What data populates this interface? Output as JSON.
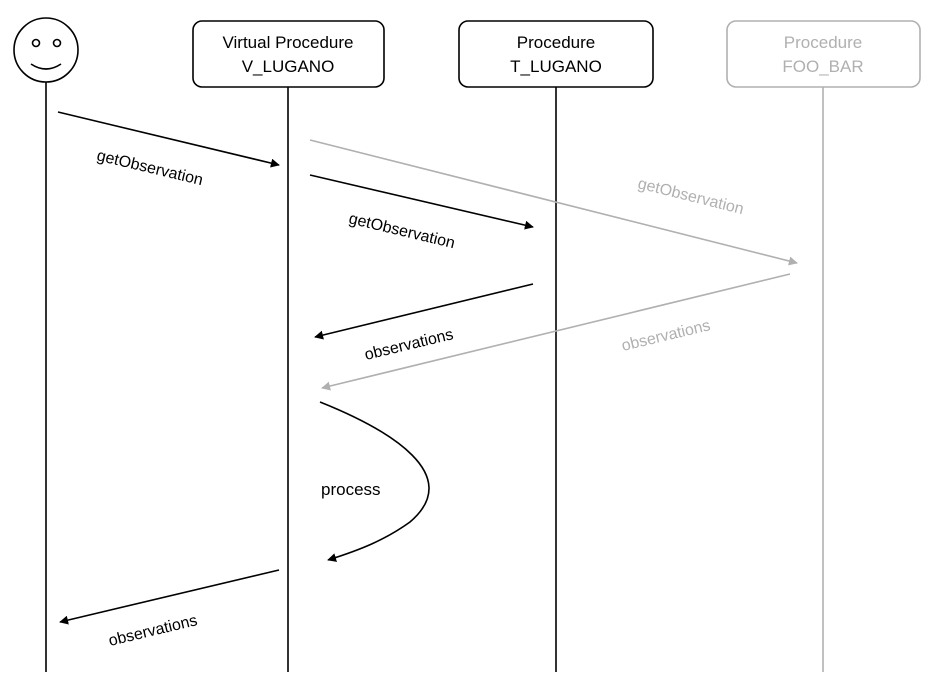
{
  "colors": {
    "primary": "#000000",
    "muted": "#b0b0b0"
  },
  "actor": {
    "icon": "smiley-face-icon"
  },
  "participants": [
    {
      "line1": "Virtual Procedure",
      "line2": "V_LUGANO"
    },
    {
      "line1": "Procedure",
      "line2": "T_LUGANO"
    },
    {
      "line1": "Procedure",
      "line2": "FOO_BAR"
    }
  ],
  "messages": [
    {
      "label": "getObservation"
    },
    {
      "label": "getObservation"
    },
    {
      "label": "getObservation"
    },
    {
      "label": "observations"
    },
    {
      "label": "observations"
    },
    {
      "label": "process"
    },
    {
      "label": "observations"
    }
  ]
}
